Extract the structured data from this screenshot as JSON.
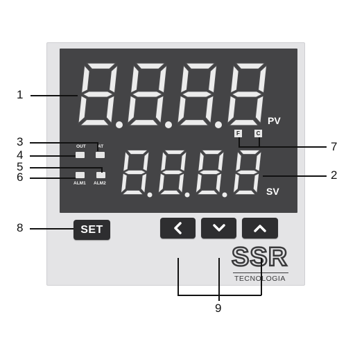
{
  "pv_display": {
    "digits": [
      "8",
      "8",
      "8",
      "8"
    ],
    "unit_label": "PV"
  },
  "sv_display": {
    "digits": [
      "8",
      "8",
      "8",
      "8"
    ],
    "unit_label": "SV"
  },
  "indicators": {
    "out": "OUT",
    "at": "AT",
    "alm1": "ALM1",
    "alm2": "ALM2"
  },
  "temperature_units": {
    "fahrenheit": "F",
    "celsius": "C"
  },
  "buttons": {
    "set": "SET",
    "shift_icon": "chevron-left-icon",
    "down_icon": "chevron-down-icon",
    "up_icon": "chevron-up-icon"
  },
  "brand": {
    "logo": "SSR",
    "subtitle": "TECNOLOGIA"
  },
  "callouts": {
    "c1": "1",
    "c2": "2",
    "c3": "3",
    "c4": "4",
    "c5": "5",
    "c6": "6",
    "c7": "7",
    "c8": "8",
    "c9": "9"
  },
  "colors": {
    "display_bg": "#444446",
    "segment": "#ececec",
    "button": "#2e2e30",
    "panel": "#e4e4e6"
  }
}
